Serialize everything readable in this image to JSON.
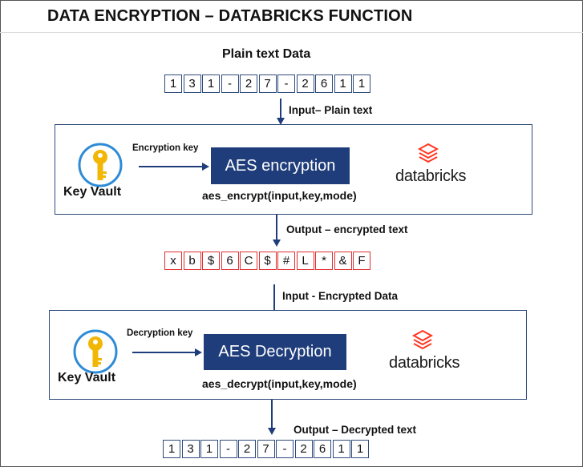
{
  "title": "DATA ENCRYPTION – DATABRICKS FUNCTION",
  "plain_text_heading": "Plain text Data",
  "input_cells": [
    "1",
    "3",
    "1",
    "-",
    "2",
    "7",
    "-",
    "2",
    "6",
    "1",
    "1"
  ],
  "input_plain_label": "Input– Plain text",
  "encryption_panel": {
    "key_vault_label": "Key Vault",
    "key_label": "Encryption key",
    "aes_label": "AES encryption",
    "function_text": "aes_encrypt(input,key,mode)",
    "brand": "databricks"
  },
  "output_encrypted_label": "Output – encrypted text",
  "encrypted_cells": [
    "x",
    "b",
    "$",
    "6",
    "C",
    "$",
    "#",
    "L",
    "*",
    "&",
    "F"
  ],
  "input_encrypted_label": "Input - Encrypted Data",
  "decryption_panel": {
    "key_vault_label": "Key Vault",
    "key_label": "Decryption key",
    "aes_label": "AES Decryption",
    "function_text": "aes_decrypt(input,key,mode)",
    "brand": "databricks"
  },
  "output_decrypted_label": "Output – Decrypted text",
  "output_cells": [
    "1",
    "3",
    "1",
    "-",
    "2",
    "7",
    "-",
    "2",
    "6",
    "1",
    "1"
  ],
  "colors": {
    "aes_box": "#1f3d7a",
    "panel_border": "#2f4b7c",
    "arrow": "#1f3d7a",
    "encrypted_border": "#e03030",
    "databricks_red": "#ff3621",
    "key_gold": "#f2b705",
    "key_circle": "#2e8bd6"
  },
  "icons": [
    "key-vault-icon",
    "databricks-logo-icon",
    "arrow-icon"
  ]
}
